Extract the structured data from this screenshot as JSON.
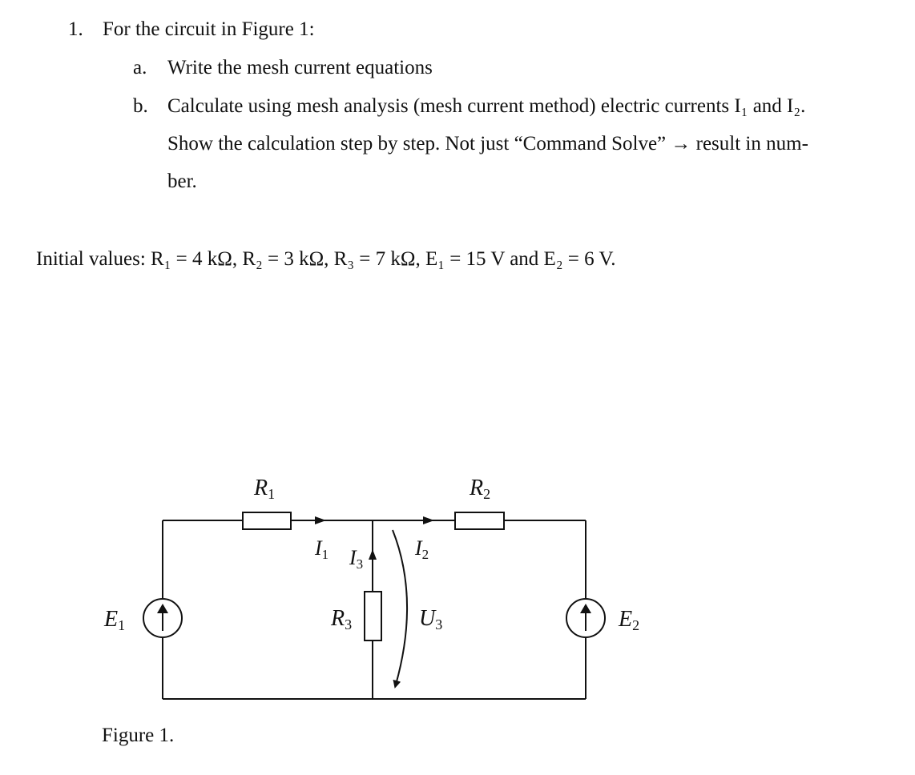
{
  "problem": {
    "number": "1.",
    "intro": "For the circuit in Figure 1:",
    "part_a": {
      "label": "a.",
      "text": "Write the mesh current equations"
    },
    "part_b": {
      "label": "b.",
      "line1": "Calculate using mesh analysis (mesh current method) electric currents I₁ and I₂.",
      "line2": "Show the calculation step by step. Not just “Command Solve” → result in num-",
      "line3": "ber."
    }
  },
  "initial_values": "Initial values: R₁ = 4 kΩ, R₂ = 3 kΩ, R₃ = 7 kΩ, E₁ = 15 V and E₂ = 6 V.",
  "figure": {
    "caption": "Figure 1.",
    "labels": {
      "R1": {
        "main": "R",
        "sub": "1"
      },
      "R2": {
        "main": "R",
        "sub": "2"
      },
      "R3": {
        "main": "R",
        "sub": "3"
      },
      "E1": {
        "main": "E",
        "sub": "1"
      },
      "E2": {
        "main": "E",
        "sub": "2"
      },
      "I1": {
        "main": "I",
        "sub": "1"
      },
      "I2": {
        "main": "I",
        "sub": "2"
      },
      "I3": {
        "main": "I",
        "sub": "3"
      },
      "U3": {
        "main": "U",
        "sub": "3"
      }
    }
  }
}
